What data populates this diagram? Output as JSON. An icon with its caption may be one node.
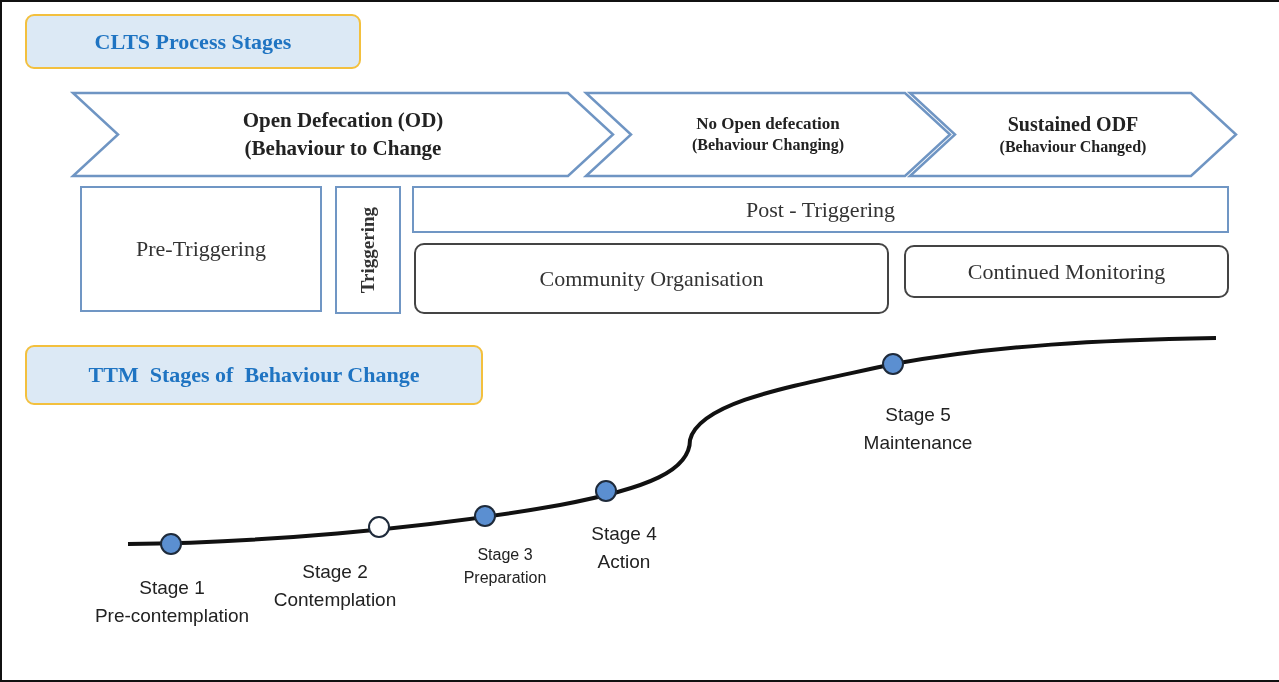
{
  "diagram": {
    "nodes": [
      {
        "text": [
          "CLTS Process Stages"
        ]
      },
      {
        "text": [
          "Open Defecation (OD)",
          "(Behaviour to Change"
        ]
      },
      {
        "text": [
          "No Open defecation",
          "(Behaviour Changing)"
        ]
      },
      {
        "text": [
          "Sustained ODF",
          "(Behaviour Changed)"
        ]
      },
      {
        "text": [
          "Pre-Triggering"
        ]
      },
      {
        "text": [
          "Triggering"
        ]
      },
      {
        "text": [
          "Post - Triggering"
        ]
      },
      {
        "text": [
          "Community Organisation"
        ]
      },
      {
        "text": [
          "Continued Monitoring"
        ]
      },
      {
        "text": [
          "TTM  Stages of  Behaviour Change"
        ]
      },
      {
        "text": [],
        "shape": "circle",
        "beside": [
          "Stage 1",
          "Pre-contemplation"
        ]
      },
      {
        "text": [],
        "shape": "circle",
        "beside": [
          "Stage 2",
          "Contemplation"
        ]
      },
      {
        "text": [],
        "shape": "circle",
        "beside": [
          "Stage 3",
          "Preparation"
        ]
      },
      {
        "text": [],
        "shape": "circle",
        "beside": [
          "Stage 4",
          "Action"
        ]
      },
      {
        "text": [],
        "shape": "circle",
        "beside": [
          "Stage 5",
          "Maintenance"
        ]
      }
    ]
  }
}
